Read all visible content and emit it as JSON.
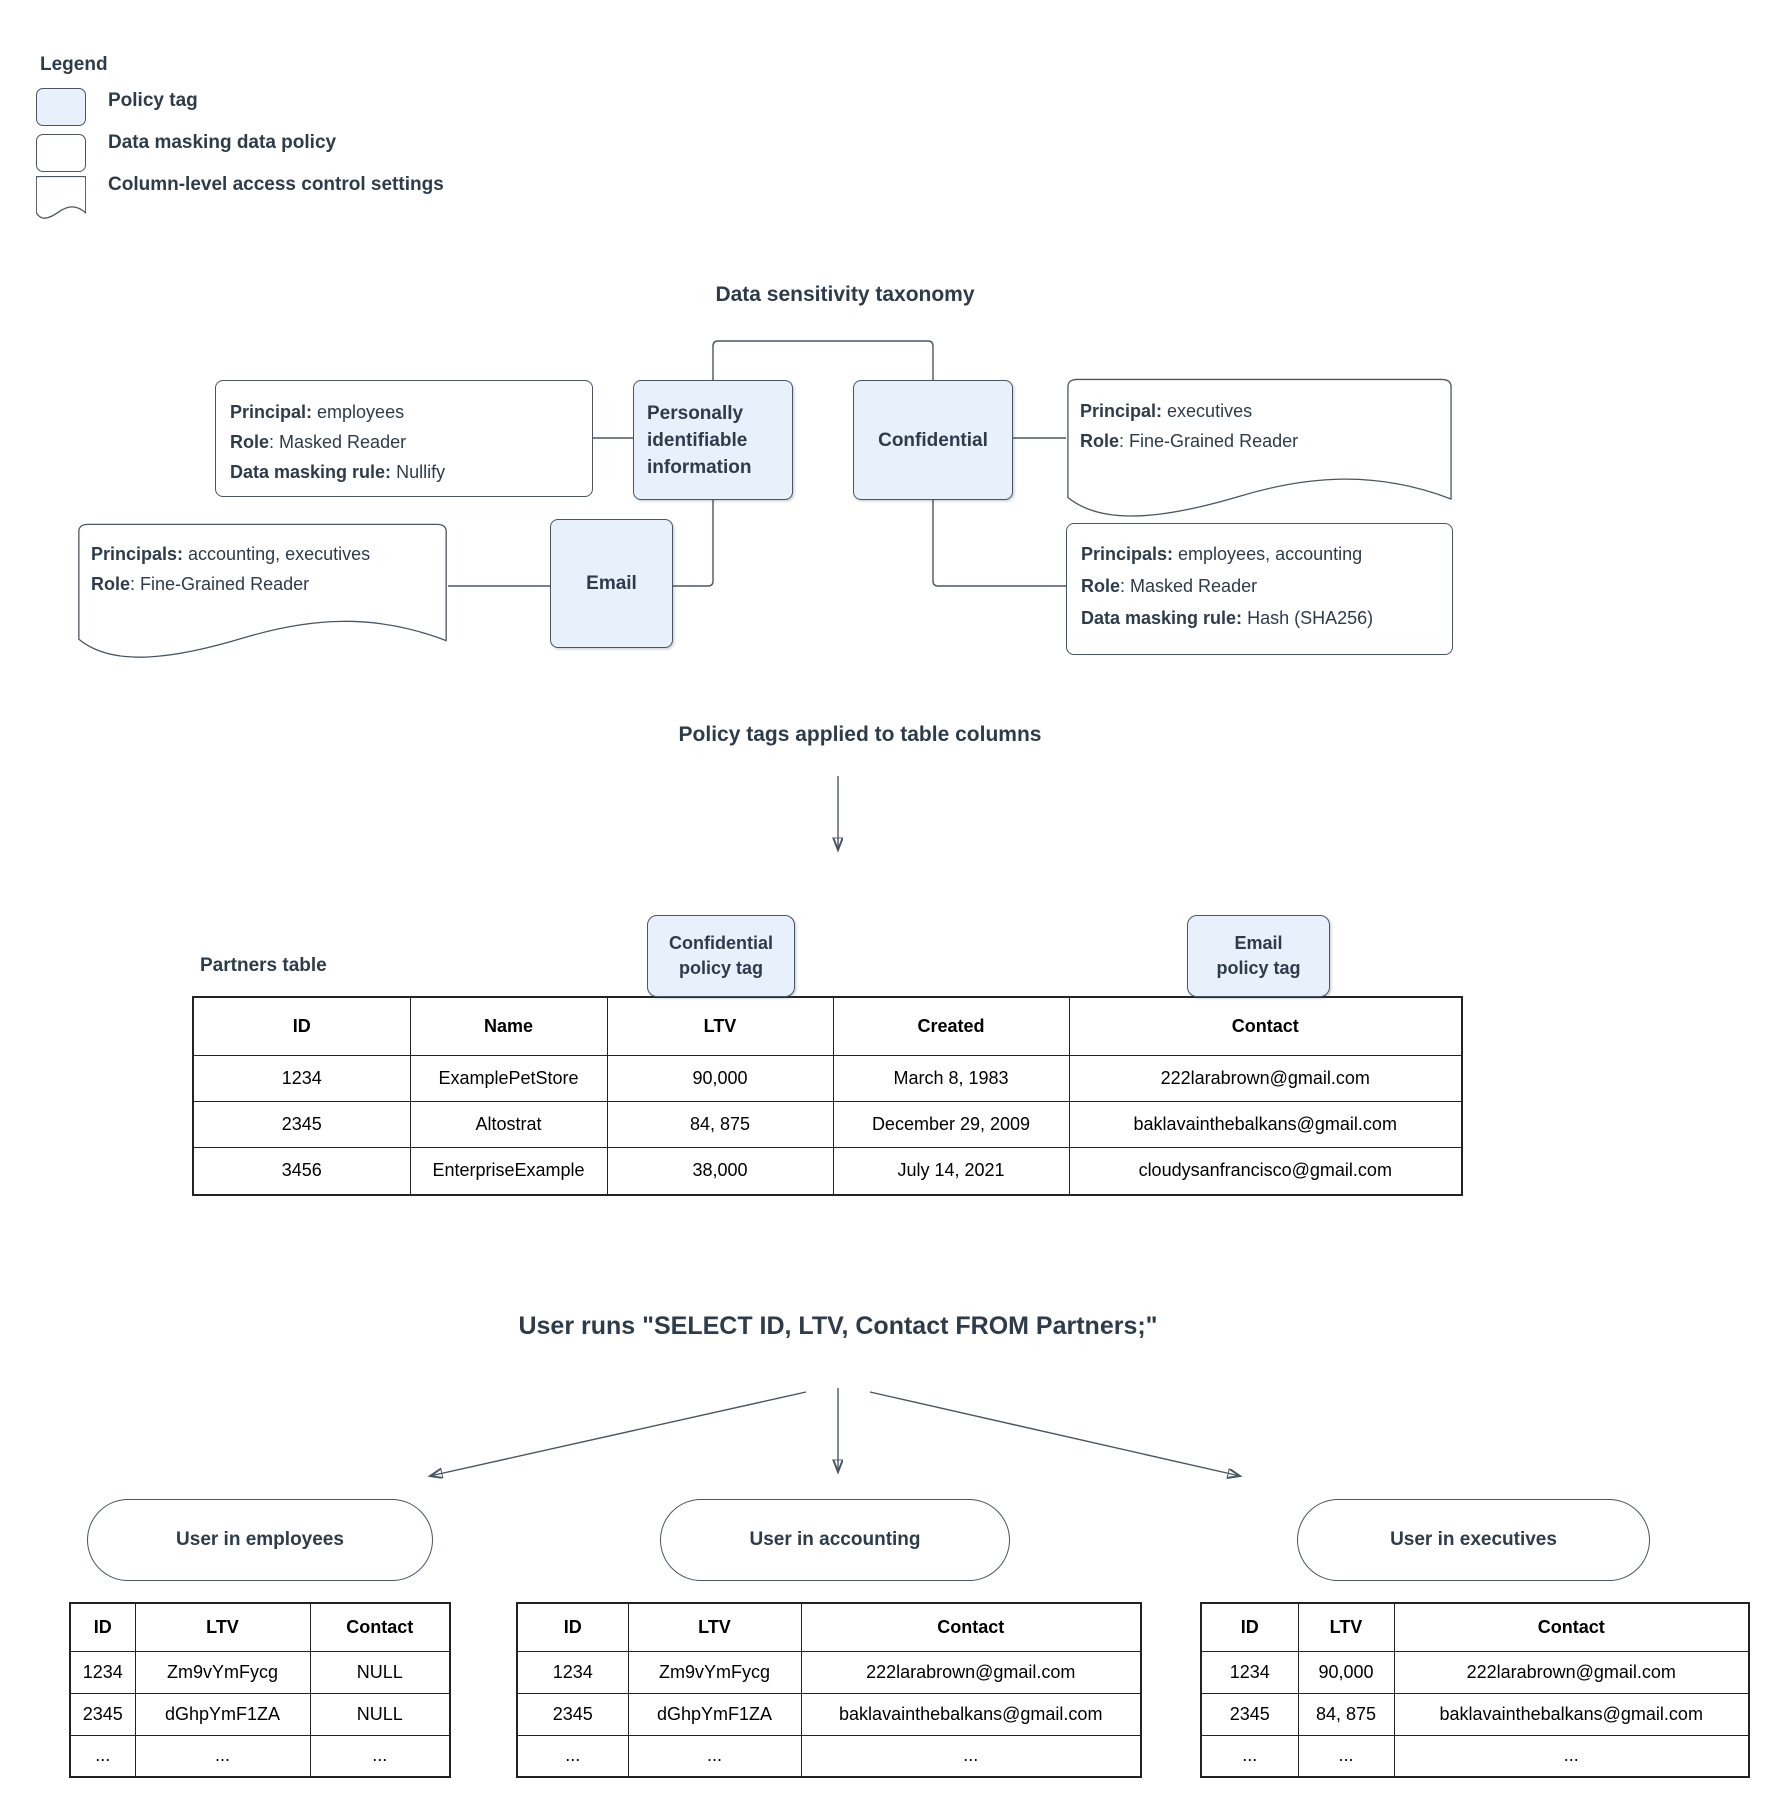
{
  "colors": {
    "policy_tag_fill": "#e8f0fb",
    "line": "#4a5562",
    "text": "#2e3b4a"
  },
  "legend": {
    "title": "Legend",
    "items": [
      {
        "icon": "policy-tag-swatch",
        "label": "Policy tag"
      },
      {
        "icon": "data-masking-policy-swatch",
        "label": "Data masking data policy"
      },
      {
        "icon": "column-access-swatch",
        "label": "Column-level access control settings"
      }
    ]
  },
  "taxonomy": {
    "title": "Data sensitivity taxonomy",
    "tags": {
      "pii": "Personally identifiable information",
      "confidential": "Confidential",
      "email": "Email"
    },
    "policies": {
      "nullify": {
        "lines": [
          {
            "b": "Principal:",
            "r": " employees"
          },
          {
            "b": "Role",
            "r": ": Masked Reader"
          },
          {
            "b": "Data masking rule:",
            "r": " Nullify"
          }
        ]
      },
      "executives_acl": {
        "lines": [
          {
            "b": "Principal:",
            "r": " executives"
          },
          {
            "b": "Role",
            "r": ": Fine-Grained Reader"
          }
        ]
      },
      "accounting_acl": {
        "lines": [
          {
            "b": "Principals:",
            "r": " accounting, executives"
          },
          {
            "b": "Role",
            "r": ": Fine-Grained Reader"
          }
        ]
      },
      "hash": {
        "lines": [
          {
            "b": "Principals:",
            "r": " employees, accounting"
          },
          {
            "b": "Role",
            "r": ": Masked Reader"
          },
          {
            "b": "Data masking rule:",
            "r": " Hash (SHA256)"
          }
        ]
      }
    }
  },
  "policy_application": {
    "title": "Policy tags applied to table columns",
    "table_label": "Partners table",
    "confidential_chip": {
      "line1": "Confidential",
      "line2": "policy tag"
    },
    "email_chip": {
      "line1": "Email",
      "line2": "policy tag"
    },
    "partners_table": {
      "headers": [
        "ID",
        "Name",
        "LTV",
        "Created",
        "Contact"
      ],
      "rows": [
        [
          "1234",
          "ExamplePetStore",
          "90,000",
          "March 8, 1983",
          "222larabrown@gmail.com"
        ],
        [
          "2345",
          "Altostrat",
          "84, 875",
          "December 29, 2009",
          "baklavainthebalkans@gmail.com"
        ],
        [
          "3456",
          "EnterpriseExample",
          "38,000",
          "July 14, 2021",
          "cloudysanfrancisco@gmail.com"
        ]
      ]
    }
  },
  "query": {
    "title": "User runs \"SELECT ID, LTV, Contact FROM Partners;\""
  },
  "results": [
    {
      "group": "User in employees",
      "headers": [
        "ID",
        "LTV",
        "Contact"
      ],
      "rows": [
        [
          "1234",
          "Zm9vYmFycg",
          "NULL"
        ],
        [
          "2345",
          "dGhpYmF1ZA",
          "NULL"
        ],
        [
          "...",
          "...",
          "..."
        ]
      ]
    },
    {
      "group": "User in accounting",
      "headers": [
        "ID",
        "LTV",
        "Contact"
      ],
      "rows": [
        [
          "1234",
          "Zm9vYmFycg",
          "222larabrown@gmail.com"
        ],
        [
          "2345",
          "dGhpYmF1ZA",
          "baklavainthebalkans@gmail.com"
        ],
        [
          "...",
          "...",
          "..."
        ]
      ]
    },
    {
      "group": "User in executives",
      "headers": [
        "ID",
        "LTV",
        "Contact"
      ],
      "rows": [
        [
          "1234",
          "90,000",
          "222larabrown@gmail.com"
        ],
        [
          "2345",
          "84, 875",
          "baklavainthebalkans@gmail.com"
        ],
        [
          "...",
          "...",
          "..."
        ]
      ]
    }
  ]
}
